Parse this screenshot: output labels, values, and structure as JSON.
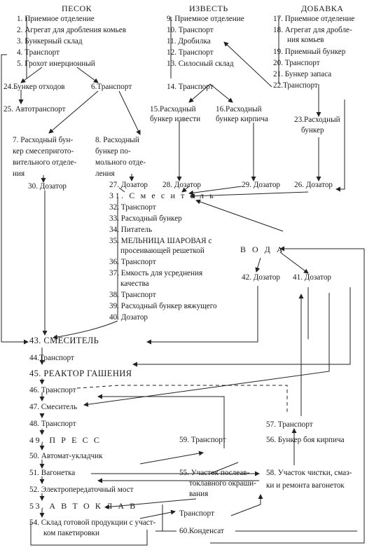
{
  "headers": {
    "sand": "ПЕСОК",
    "lime": "ИЗВЕСТЬ",
    "additive": "ДОБАВКА"
  },
  "nodes": {
    "n1": "1.   Приемное отделение",
    "n2": "2.   Агрегат для дробления комьев",
    "n3": "3.   Бункерный склад",
    "n4": "4.   Транспорт",
    "n5": "5.   Грохот инерционный",
    "n6": "6.Транспорт",
    "n7a": "7. Расходный бун-",
    "n7b": "кер смесепригото-",
    "n7c": "вительного отделе-",
    "n7d": "ния",
    "n8a": "8. Расходный",
    "n8b": "бункер по-",
    "n8c": "мольного отде-",
    "n8d": "ления",
    "n9": "9.   Приемное отделение",
    "n10": "10.  Транспорт",
    "n11": "11.  Дробилка",
    "n12": "12.  Транспорт",
    "n13": "13.  Силосный склад",
    "n14": "14.  Транспорт",
    "n15a": "15.Расходный",
    "n15b": "бункер извести",
    "n16a": "16.Расходный",
    "n16b": "бункер кирпича",
    "n17": "17. Приемное отделение",
    "n18a": "18. Агрегат для дробле-",
    "n18b": "ния комьев",
    "n19": "19. Приемный бункер",
    "n20": "20. Транспорт",
    "n21": "21. Бункер запаса",
    "n22": "22.Транспорт",
    "n23a": "23.Расходный",
    "n23b": "бункер",
    "n24": "24.Бункер отходов",
    "n25": "25. Автотранспорт",
    "n26": "26. Дозатор",
    "n27": "27. Дозатор",
    "n28": "28. Дозатор",
    "n29": "29. Дозатор",
    "n30": "30. Дозатор",
    "n31": "31. С м е с и т е л ь",
    "n32": "32. Транспорт",
    "n33": "33. Расходный бункер",
    "n34": "34. Питатель",
    "n35a": "35. МЕЛЬНИЦА ШАРОВАЯ с",
    "n35b": "просеивающей решеткой",
    "n36": "36. Транспорт",
    "n37a": "37. Емкость для усреднения",
    "n37b": "качества",
    "n38": "38. Транспорт",
    "n39": "39. Расходный бункер вяжущего",
    "n40": "40. Дозатор",
    "n41": "41. Дозатор",
    "n42": "42. Дозатор",
    "water": "В О Д А",
    "n43": "43. СМЕСИТЕЛЬ",
    "n44": "44.Транспорт",
    "n45": "45. РЕАКТОР ГАШЕНИЯ",
    "n46": "46. Транспорт",
    "n47": "47. Смеситель",
    "n48": "48. Транспорт",
    "n49": "49. П Р Е С С",
    "n50": "50. Автомат-укладчик",
    "n51": "51. Вагонетка",
    "n52": "52. Электропередаточный мост",
    "n53": "53. А В Т О К Л А В",
    "n54a": "54. Склад готовой продукции с участ-",
    "n54b": "ком пакетировки",
    "n55a": "55. Участок послеав-",
    "n55b": "токлавного окраши-",
    "n55c": "вания",
    "n56": "56. Бункер боя кирпича",
    "n57": "57. Транспорт",
    "n58a": "58. Участок чистки, смаз-",
    "n58b": "ки и ремонта вагонеток",
    "n59": "59. Транспорт",
    "n60": "60.Конденсат",
    "transport": "Транспорт"
  }
}
